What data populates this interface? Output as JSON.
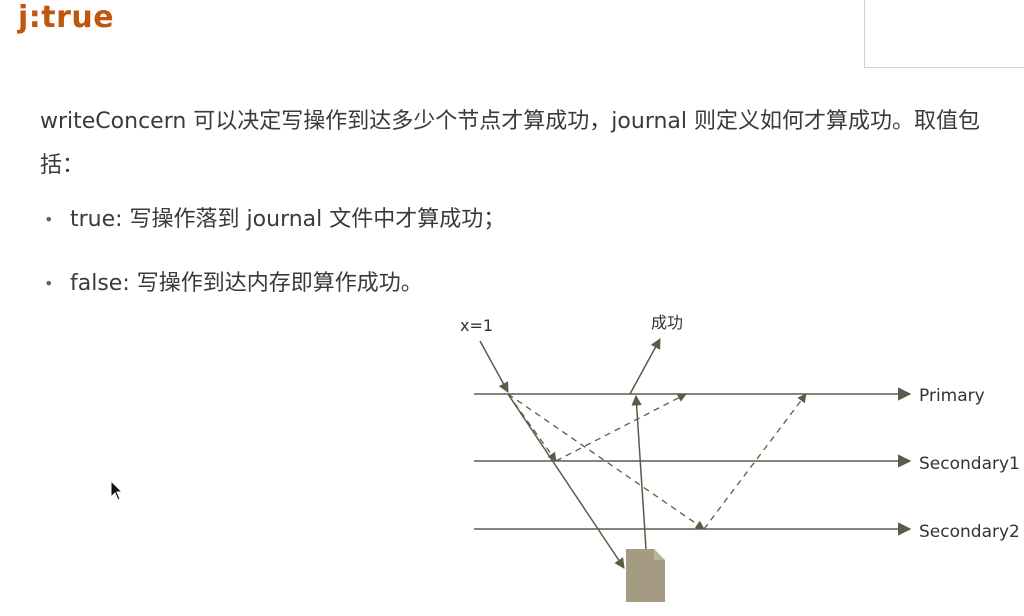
{
  "title": "j:true",
  "intro": "writeConcern 可以决定写操作到达多少个节点才算成功，journal 则定义如何才算成功。取值包括：",
  "bullets": [
    {
      "text": "true: 写操作落到 journal 文件中才算成功；"
    },
    {
      "text": "false: 写操作到达内存即算作成功。"
    }
  ],
  "diagram": {
    "write_label": "x=1",
    "success_label": "成功",
    "nodes": [
      "Primary",
      "Secondary1",
      "Secondary2"
    ],
    "colors": {
      "line": "#5b5b4a",
      "journal_file": "#a59a82"
    }
  }
}
